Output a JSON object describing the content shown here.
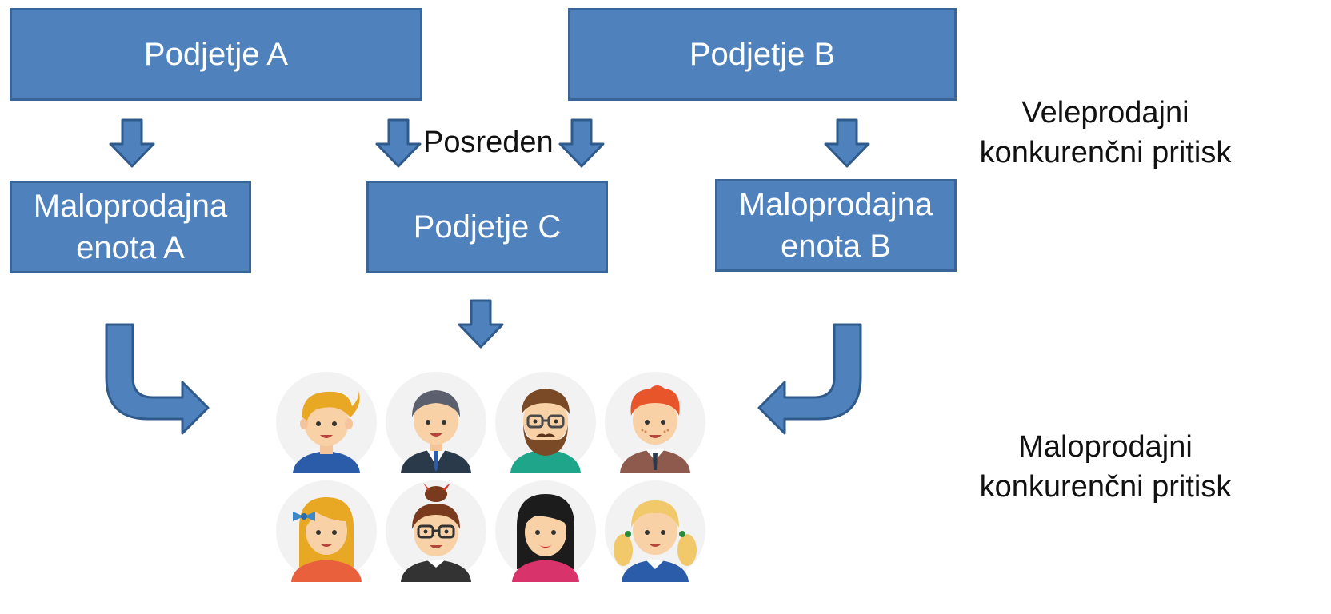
{
  "boxes": {
    "company_a": "Podjetje A",
    "company_b": "Podjetje B",
    "company_c": "Podjetje C",
    "retail_a": [
      "Maloprodajna",
      "enota A"
    ],
    "retail_b": [
      "Maloprodajna",
      "enota B"
    ]
  },
  "labels": {
    "indirect": "Posreden",
    "wholesale_pressure": [
      "Veleprodajni",
      "konkurenčni pritisk"
    ],
    "retail_pressure": [
      "Maloprodajni",
      "konkurenčni pritisk"
    ]
  },
  "colors": {
    "box_fill": "#4f81bd",
    "box_border": "#3a6598",
    "arrow_fill": "#4f81bd",
    "arrow_stroke": "#2f5a8c"
  },
  "customers": [
    {
      "icon": "boy-blonde-icon"
    },
    {
      "icon": "man-suit-icon"
    },
    {
      "icon": "man-beard-glasses-icon"
    },
    {
      "icon": "boy-redhead-icon"
    },
    {
      "icon": "girl-bow-icon"
    },
    {
      "icon": "woman-glasses-icon"
    },
    {
      "icon": "woman-dark-hair-icon"
    },
    {
      "icon": "girl-pigtails-icon"
    }
  ]
}
